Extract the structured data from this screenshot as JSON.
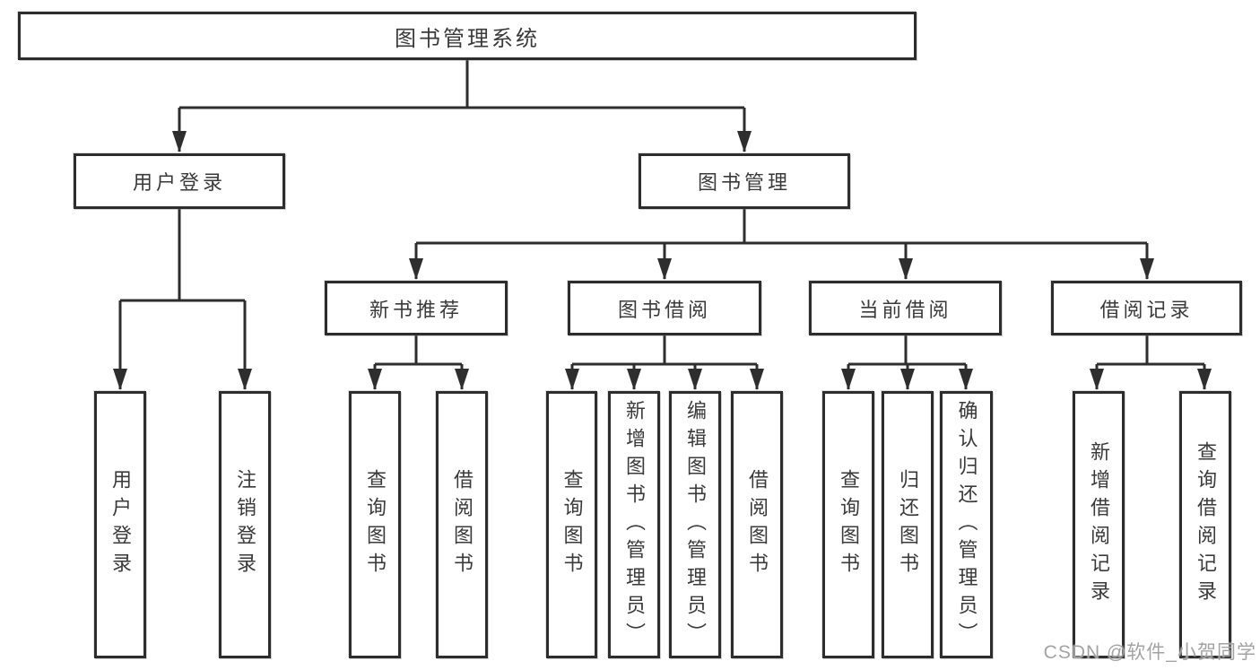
{
  "diagram_title": "图书管理系统",
  "tree": {
    "label": "图书管理系统",
    "children": [
      {
        "label": "用户登录",
        "children": [
          {
            "label": "用户登录"
          },
          {
            "label": "注销登录"
          }
        ]
      },
      {
        "label": "图书管理",
        "children": [
          {
            "label": "新书推荐",
            "children": [
              {
                "label": "查询图书"
              },
              {
                "label": "借阅图书"
              }
            ]
          },
          {
            "label": "图书借阅",
            "children": [
              {
                "label": "查询图书"
              },
              {
                "label": "新增图书（管理员）"
              },
              {
                "label": "编辑图书（管理员）"
              },
              {
                "label": "借阅图书"
              }
            ]
          },
          {
            "label": "当前借阅",
            "children": [
              {
                "label": "查询图书"
              },
              {
                "label": "归还图书"
              },
              {
                "label": "确认归还（管理员）"
              }
            ]
          },
          {
            "label": "借阅记录",
            "children": [
              {
                "label": "新增借阅记录"
              },
              {
                "label": "查询借阅记录"
              }
            ]
          }
        ]
      }
    ]
  },
  "watermark": {
    "text": "CSDN @软件_小贺同学"
  },
  "colors": {
    "line": "#2e2e2e",
    "box_border": "#2d2d2d",
    "text": "#3a3a3a",
    "background": "#ffffff",
    "watermark": "#9e9e9e"
  }
}
